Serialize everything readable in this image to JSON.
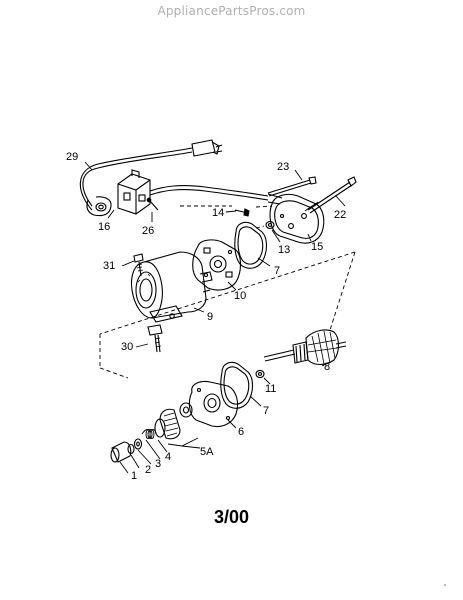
{
  "watermark": "AppliancePartsPros.com",
  "date_code": "3/00",
  "callouts": {
    "c29": "29",
    "c23": "23",
    "c14": "14",
    "c22": "22",
    "c16": "16",
    "c26": "26",
    "c13": "13",
    "c15": "15",
    "c31": "31",
    "c7a": "7",
    "c10": "10",
    "c9": "9",
    "c30": "30",
    "c8": "8",
    "c11": "11",
    "c7b": "7",
    "c6": "6",
    "c5a": "5A",
    "c4": "4",
    "c3": "3",
    "c2": "2",
    "c1": "1"
  }
}
